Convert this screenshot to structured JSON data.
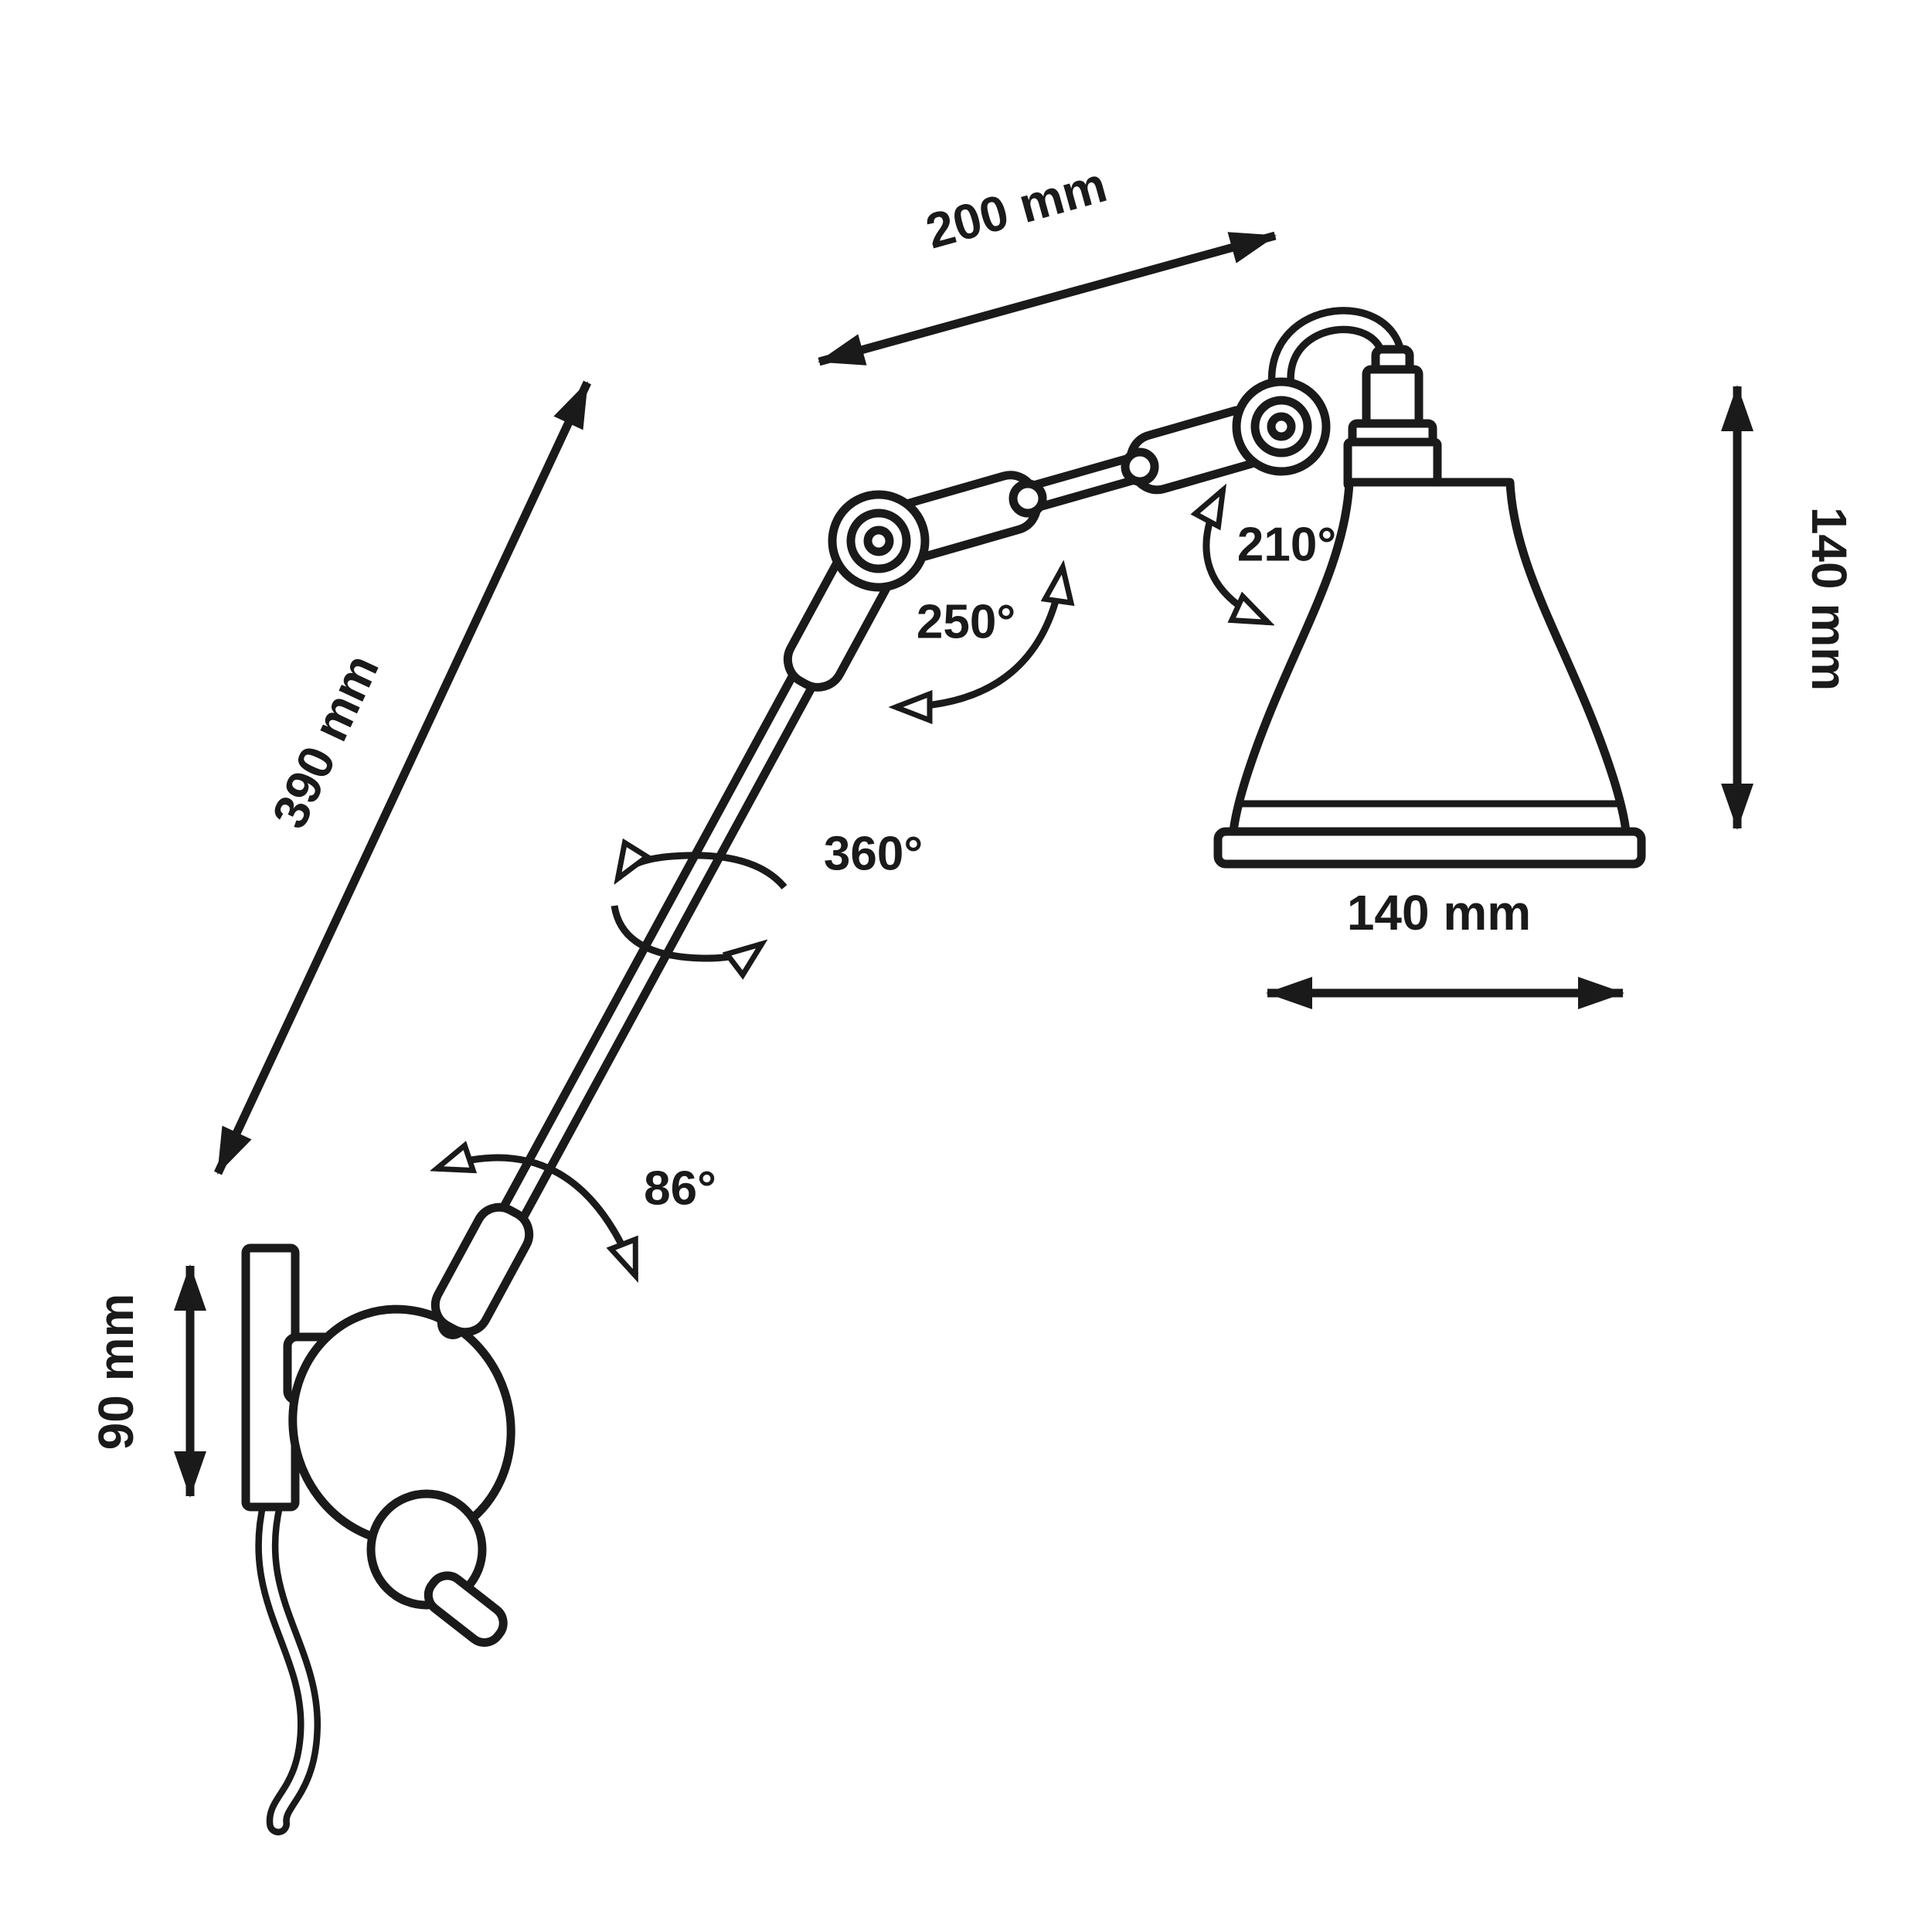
{
  "diagram": {
    "type": "technical-dimension-drawing",
    "subject": "articulated wall lamp with bell shade",
    "colors": {
      "line": "#1a1a1a",
      "background": "#ffffff"
    },
    "dimensions": {
      "upper_arm_reach": "200 mm",
      "lower_arm_length": "390 mm",
      "shade_height": "140 mm",
      "shade_diameter": "140 mm",
      "wall_bracket_height": "90 mm"
    },
    "rotation_angles": {
      "shade_tilt": "210°",
      "elbow_pivot": "250°",
      "arm_swivel": "360°",
      "base_pivot": "86°"
    }
  }
}
